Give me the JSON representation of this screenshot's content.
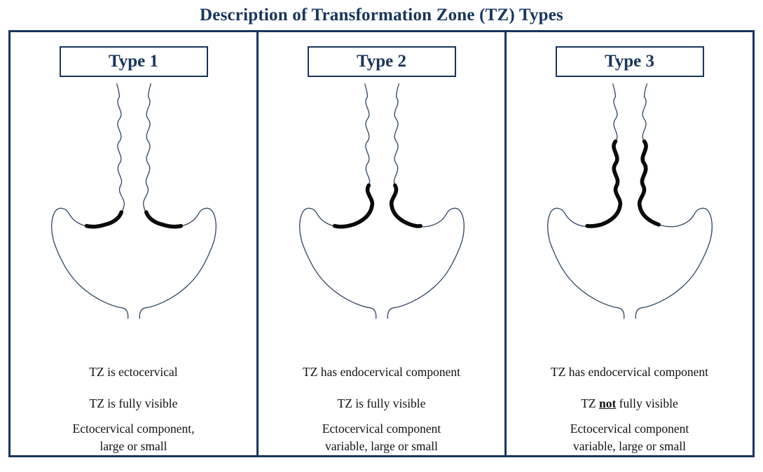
{
  "title": "Description of Transformation Zone (TZ) Types",
  "colors": {
    "navy": "#17365d",
    "outline": "#2f4561",
    "tz_marking": "#0a0a0a",
    "background": "#ffffff",
    "caption_ink": "#111111"
  },
  "panels": [
    {
      "type_label": "Type 1",
      "component_line": "TZ is ectocervical",
      "visibility_prefix": "TZ is fully visible",
      "visibility_emph": "",
      "visibility_suffix": "",
      "ecto_line_1": "Ectocervical component,",
      "ecto_line_2": "large or small"
    },
    {
      "type_label": "Type 2",
      "component_line": "TZ has endocervical component",
      "visibility_prefix": "TZ is fully visible",
      "visibility_emph": "",
      "visibility_suffix": "",
      "ecto_line_1": "Ectocervical component",
      "ecto_line_2": "variable, large or small"
    },
    {
      "type_label": "Type 3",
      "component_line": "TZ has endocervical component",
      "visibility_prefix": "TZ ",
      "visibility_emph": "not",
      "visibility_suffix": " fully visible",
      "ecto_line_1": "Ectocervical component",
      "ecto_line_2": "variable, large or small"
    }
  ]
}
